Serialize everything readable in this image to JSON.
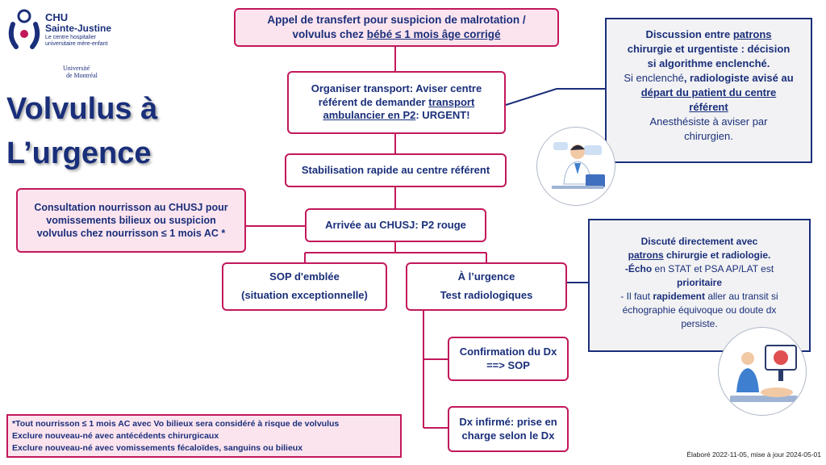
{
  "logo": {
    "chu": "CHU",
    "name": "Sainte-Justine",
    "tagline1": "Le centre hospitalier",
    "tagline2": "universitaire mère-enfant",
    "university1": "Université",
    "university2": "de Montréal"
  },
  "title": {
    "line1": "Volvulus à",
    "line2": "L’urgence"
  },
  "boxes": {
    "top": {
      "line1": "Appel de transfert pour suspicion de malrotation /",
      "line2_pre": "volvulus chez ",
      "line2_u": "bébé ≤ 1 mois âge corrigé"
    },
    "organise": {
      "line1": "Organiser transport: Aviser centre",
      "line2_pre": "référent de demander ",
      "line2_u": "transport",
      "line3_u": "ambulancier en P2",
      "line3_post": ": URGENT!"
    },
    "stabilisation": "Stabilisation rapide au centre référent",
    "arrivee": "Arrivée au CHUSJ: P2 rouge",
    "consultation": {
      "line1": "Consultation nourrisson au CHUSJ pour",
      "line2": "vomissements bilieux ou suspicion",
      "line3": "volvulus chez nourrisson ≤ 1 mois AC *"
    },
    "sop": {
      "line1": "SOP d'emblée",
      "line2": "(situation exceptionnelle)"
    },
    "urgence": {
      "line1": "À l’urgence",
      "line2": "Test radiologiques"
    },
    "confirmation": {
      "line1": "Confirmation du Dx",
      "line2": "==> SOP"
    },
    "infirme": {
      "line1": "Dx infirmé: prise en",
      "line2": "charge selon le Dx"
    }
  },
  "discussion": {
    "l1_pre": "Discussion entre ",
    "l1_u": "patrons",
    "l2": "chirurgie et urgentiste : décision",
    "l3": "si algorithme enclenché.",
    "l4_pre": "Si enclenché",
    "l4_b": ", radiologiste avisé au",
    "l5_u": "départ du patient du centre",
    "l6_u": "référent",
    "l7": "Anesthésiste à aviser par",
    "l8": "chirurgien."
  },
  "discute": {
    "l1": "Discuté directement avec",
    "l2_u": "patrons",
    "l2_post": " chirurgie et radiologie.",
    "l3_b": "-Écho",
    "l3_post": " en STAT et PSA AP/LAT est",
    "l4_b": "prioritaire",
    "l5_pre": "- Il faut ",
    "l5_b": "rapidement",
    "l5_post": " aller au transit si",
    "l6": "échographie équivoque ou doute dx",
    "l7": "persiste."
  },
  "footnote": {
    "l1": "*Tout nourrisson ≤ 1 mois AC avec Vo bilieux sera considéré à risque de volvulus",
    "l2": "Exclure nouveau-né avec antécédents chirurgicaux",
    "l3": "Exclure nouveau-né avec vomissements fécaloïdes, sanguins ou bilieux"
  },
  "date": "Élaboré 2022-11-05, mise à jour 2024-05-01",
  "colors": {
    "magenta": "#c2185b",
    "navy": "#1a2f7a",
    "pink_fill": "#fce4ef",
    "grey_fill": "#f2f2f4"
  }
}
